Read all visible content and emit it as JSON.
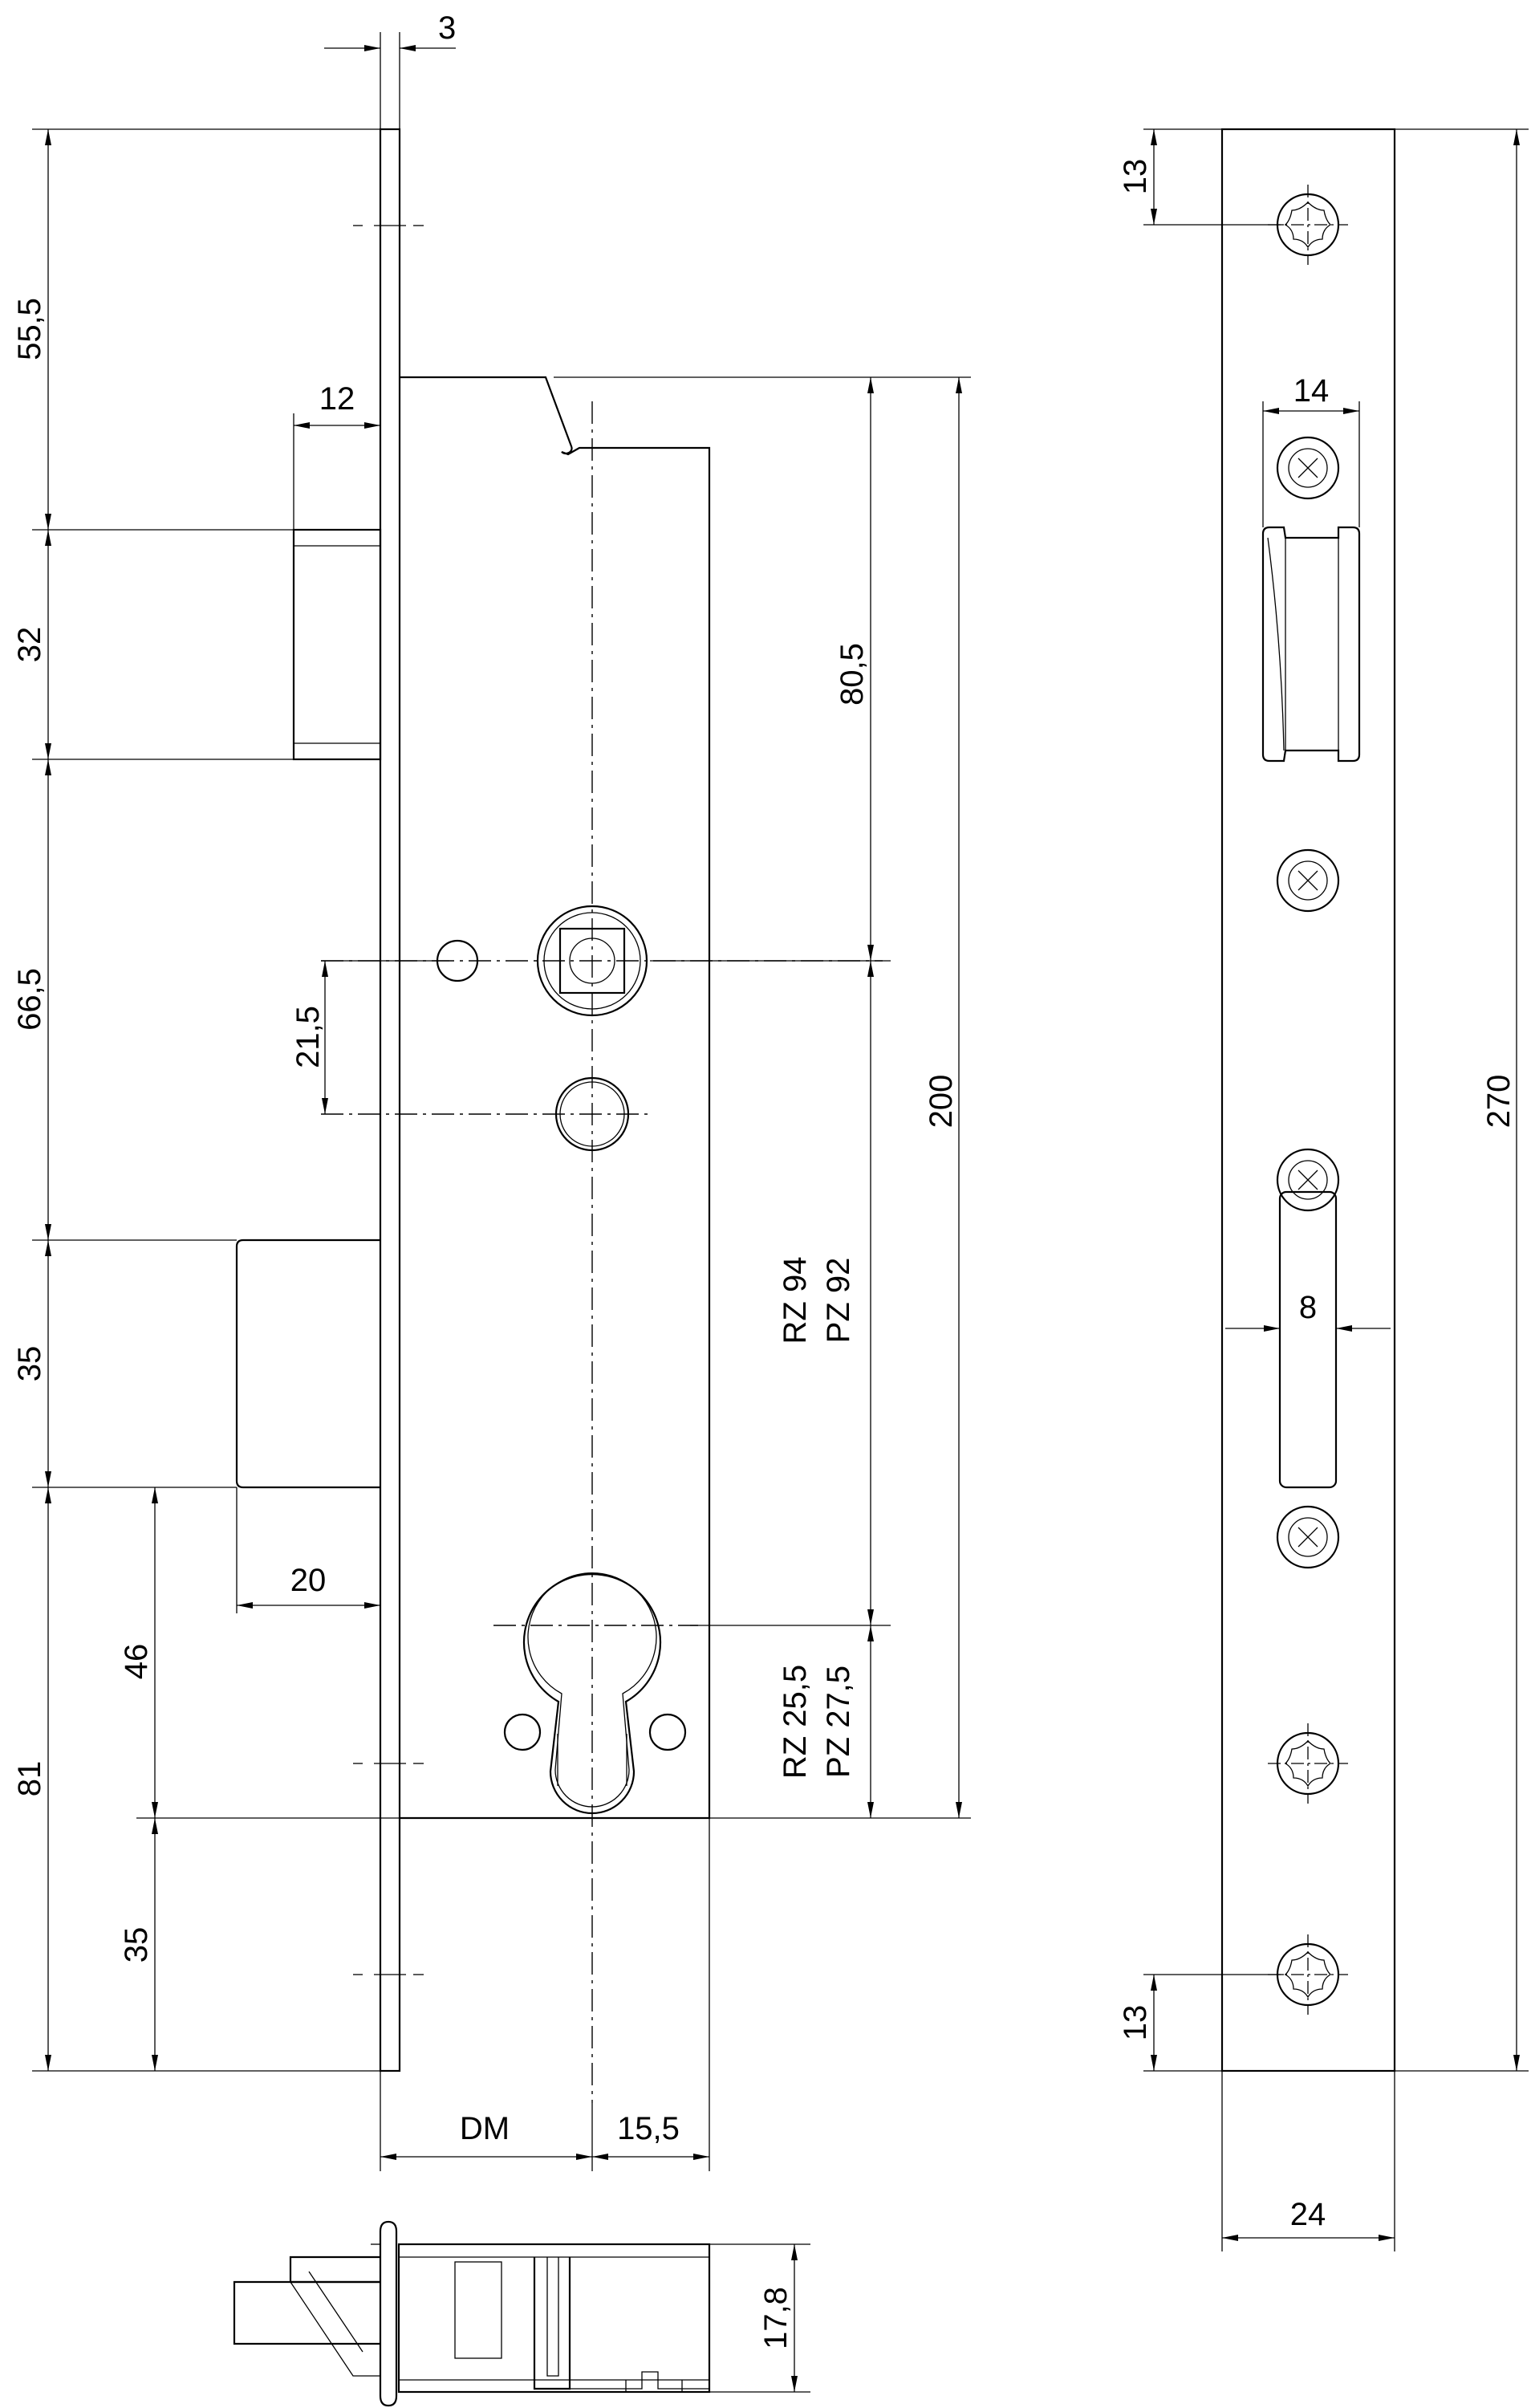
{
  "dimensions": {
    "faceplate_thickness": "3",
    "top_to_latch": "55,5",
    "latch_height": "32",
    "latch_to_bolt": "66,5",
    "bolt_height": "35",
    "bolt_to_bottom": "81",
    "latch_projection": "12",
    "spindle_to_hole": "21,5",
    "bolt_projection": "20",
    "cylinder_from_bolt": "46",
    "cylinder_to_bottom": "35",
    "top_to_spindle": "80,5",
    "case_height": "200",
    "spindle_to_cylinder_line1": "RZ 94",
    "spindle_to_cylinder_line2": "PZ 92",
    "cylinder_to_case_line1": "RZ 25,5",
    "cylinder_to_case_line2": "PZ 27,5",
    "backset": "DM",
    "case_rear": "15,5",
    "case_depth": "17,8",
    "plate_top_screw": "13",
    "latch_window_width": "14",
    "plate_length": "270",
    "bolt_window_width": "8",
    "plate_bottom_screw": "13",
    "plate_width": "24"
  }
}
